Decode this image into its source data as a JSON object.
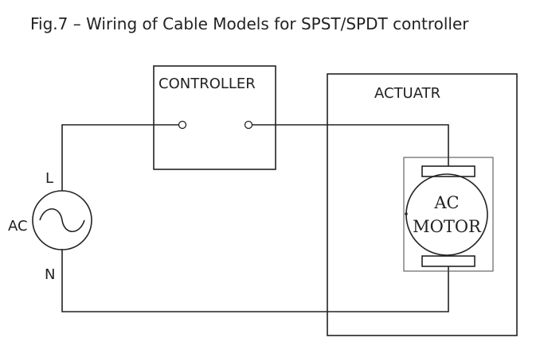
{
  "figure": {
    "caption": "Fig.7 – Wiring of Cable Models for SPST/SPDT controller"
  },
  "controller": {
    "label": "CONTROLLER"
  },
  "actuator": {
    "label": "ACTUATR",
    "motor_line1": "AC",
    "motor_line2": "MOTOR"
  },
  "source": {
    "label": "AC",
    "line_label": "L",
    "neutral_label": "N"
  }
}
